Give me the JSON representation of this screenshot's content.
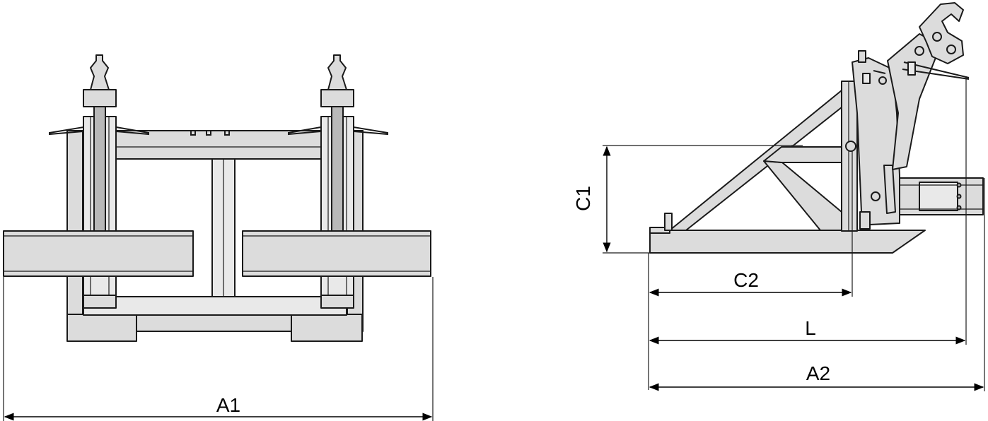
{
  "diagram": {
    "front_view": {
      "dimensions": {
        "a1": "A1"
      }
    },
    "side_view": {
      "dimensions": {
        "c1": "C1",
        "c2": "C2",
        "l": "L",
        "a2": "A2"
      }
    }
  },
  "colors": {
    "part_fill": "#dcdcdc",
    "outline": "#1a1a1a",
    "dimension_line": "#000000"
  }
}
